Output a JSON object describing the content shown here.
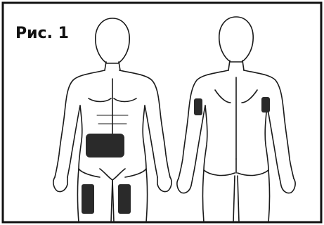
{
  "figure": {
    "label": "Рис. 1"
  },
  "colors": {
    "background": "#ffffff",
    "outline": "#1a1a1a",
    "injection_site": "#2a2a2a",
    "frame": "#111111"
  },
  "sites": [
    "abdomen",
    "left-thigh-front",
    "right-thigh-front",
    "right-upper-arm-back",
    "left-upper-arm-back"
  ]
}
